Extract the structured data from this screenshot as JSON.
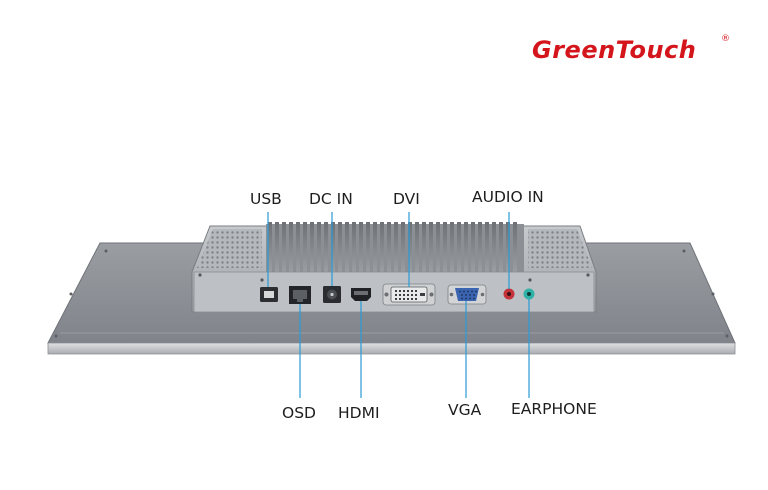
{
  "brand": {
    "name": "GreenTouch",
    "registered": "®",
    "color": "#d4151c"
  },
  "labels": {
    "usb": "USB",
    "dc_in": "DC IN",
    "dvi": "DVI",
    "audio_in": "AUDIO IN",
    "osd": "OSD",
    "hdmi": "HDMI",
    "vga": "VGA",
    "earphone": "EARPHONE"
  },
  "colors": {
    "panel": "#8f9398",
    "chassis": "#b9bcc0",
    "callout_line": "#2a9ad6",
    "vga_port": "#3a63b0",
    "audio_port": "#c4323a",
    "earphone_port": "#2eb2a8"
  }
}
